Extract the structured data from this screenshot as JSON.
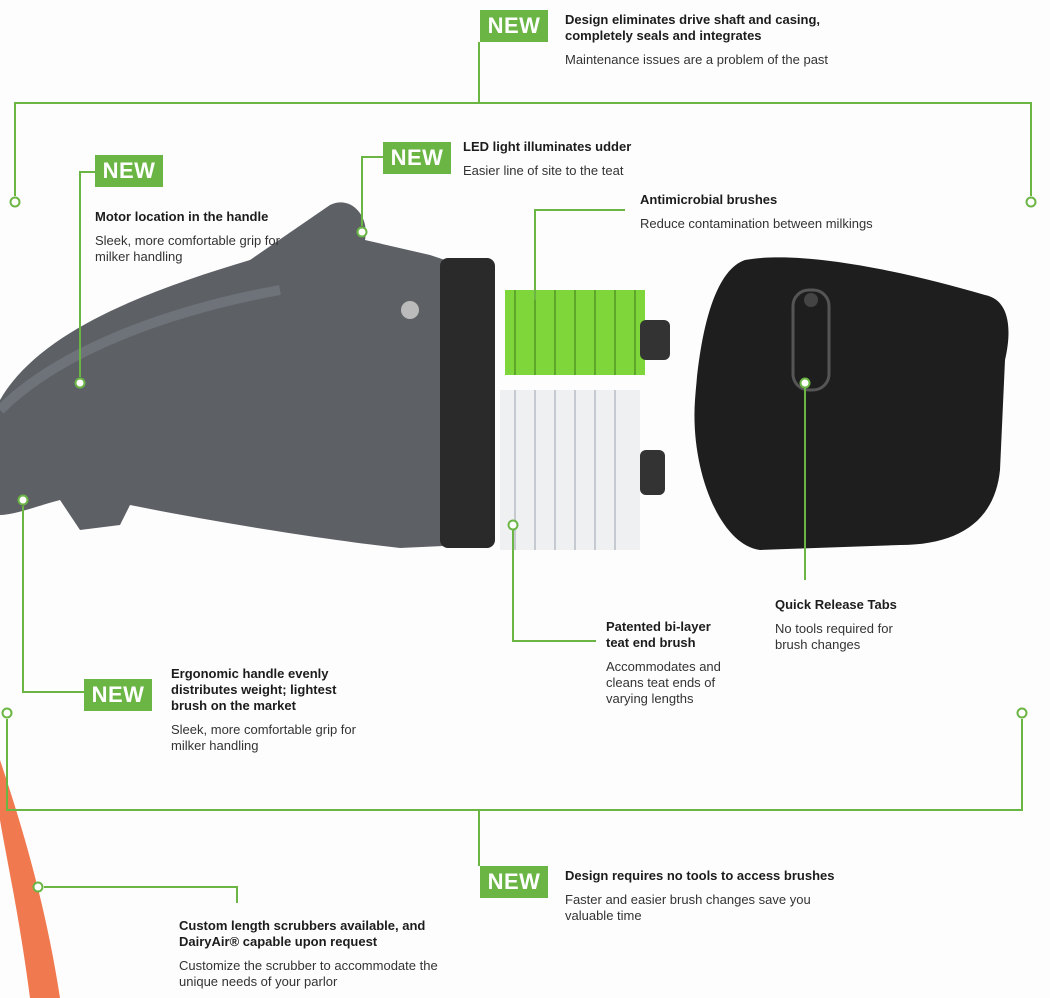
{
  "badge_label": "NEW",
  "colors": {
    "accent": "#6bb545",
    "hose": "#f06a3c",
    "device_body": "#5d6166",
    "brush_green": "#7ed63a"
  },
  "callouts": [
    {
      "id": "drive-shaft",
      "new": true,
      "title": "Design eliminates drive shaft and casing, completely seals and integrates",
      "desc": "Maintenance issues are a problem of the past"
    },
    {
      "id": "led-light",
      "new": true,
      "title": "LED light illuminates udder",
      "desc": "Easier line of site to the teat"
    },
    {
      "id": "motor",
      "new": true,
      "title": "Motor location in the handle",
      "desc": "Sleek, more comfortable grip for milker handling"
    },
    {
      "id": "antimicrobial",
      "new": false,
      "title": "Antimicrobial brushes",
      "desc": "Reduce contamination between milkings"
    },
    {
      "id": "quick-release",
      "new": false,
      "title": "Quick Release Tabs",
      "desc": "No tools required for brush changes"
    },
    {
      "id": "bi-layer",
      "new": false,
      "title": "Patented bi-layer teat end brush",
      "desc": "Accommodates and cleans teat ends of varying lengths"
    },
    {
      "id": "ergonomic",
      "new": true,
      "title": "Ergonomic handle evenly distributes weight; lightest brush on the market",
      "desc": "Sleek, more comfortable grip for milker handling"
    },
    {
      "id": "no-tools",
      "new": true,
      "title": "Design requires no tools to access brushes",
      "desc": "Faster and easier brush changes save you valuable time"
    },
    {
      "id": "custom-length",
      "new": false,
      "title": "Custom length scrubbers available, and DairyAir® capable upon request",
      "desc": "Customize the scrubber to accommodate the  unique needs of your parlor"
    }
  ]
}
